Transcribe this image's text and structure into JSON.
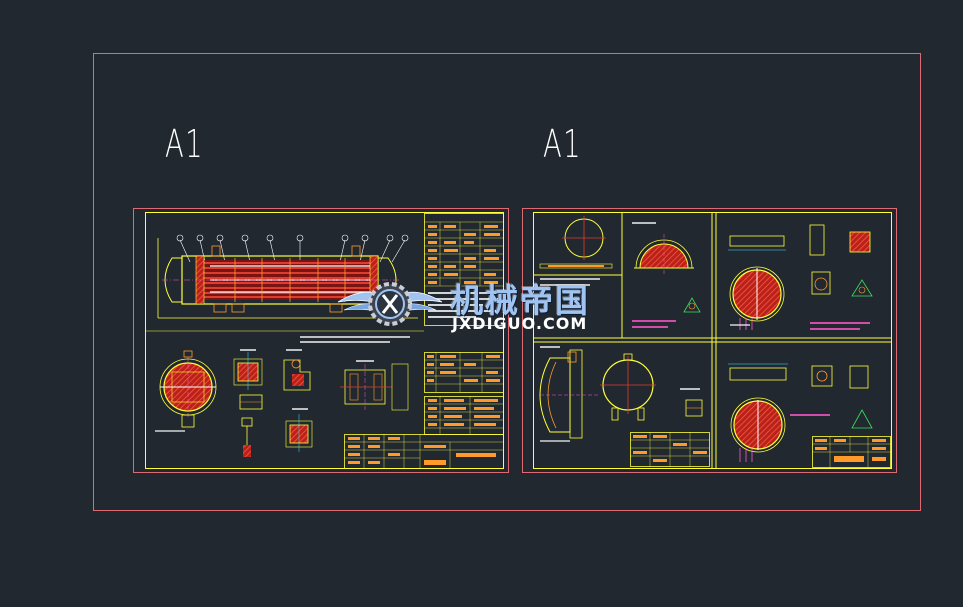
{
  "drawing": {
    "sheet_label_left": "A1",
    "sheet_label_right": "A1"
  },
  "watermark": {
    "logo_text_cn": "机械帝国",
    "logo_text_en": "JXDIGUO.COM",
    "emblem_icon": "winged-gear-emblem"
  },
  "colors": {
    "background": "#212830",
    "outer_frame": "#e06a72",
    "sheet_border": "#ffff3a",
    "hatch_red": "#e23a2a",
    "annotation_orange": "#ff9a2a",
    "annotation_white": "#ffffff",
    "annotation_cyan": "#33e5ff",
    "annotation_magenta": "#ff55cc",
    "annotation_green": "#3ce05a"
  }
}
